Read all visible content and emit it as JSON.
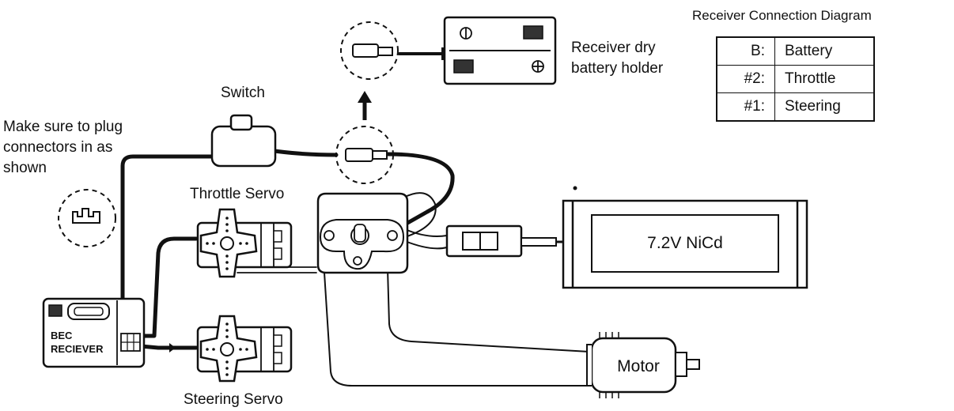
{
  "labels": {
    "switch": "Switch",
    "note": "Make sure to plug connectors in as shown",
    "throttle_servo": "Throttle Servo",
    "steering_servo": "Steering Servo",
    "battery_holder": "Receiver dry battery holder",
    "battery_pack": "7.2V NiCd",
    "motor": "Motor",
    "receiver_line1": "BEC",
    "receiver_line2": "RECIEVER"
  },
  "connection_table": {
    "title": "Receiver Connection Diagram",
    "rows": [
      {
        "pin": "B:",
        "function": "Battery"
      },
      {
        "pin": "#2:",
        "function": "Throttle"
      },
      {
        "pin": "#1:",
        "function": "Steering"
      }
    ]
  }
}
